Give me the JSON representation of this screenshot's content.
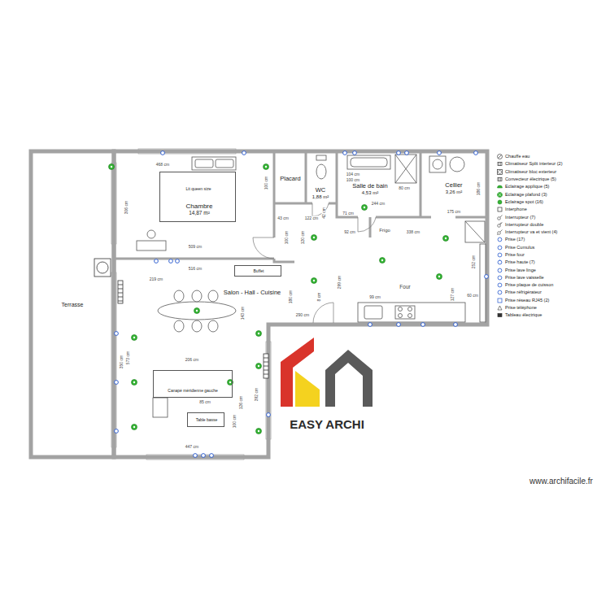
{
  "diagram": {
    "nodes": [
      {
        "text": [
          "Terrasse"
        ]
      },
      {
        "text": [
          "Chambre",
          "14,87 m²"
        ]
      },
      {
        "text": [
          "Lit queen size"
        ],
        "in": 1
      },
      {
        "text": [
          "Placard"
        ]
      },
      {
        "text": [
          "WC",
          "1,88 m²"
        ]
      },
      {
        "text": [
          "Salle de bain",
          "4,53 m²"
        ]
      },
      {
        "text": [
          "Cellier",
          "3,26 m²"
        ]
      },
      {
        "text": [
          "Salon - Hall - Cuisine"
        ]
      },
      {
        "text": [
          "Buffet"
        ],
        "in": 7
      },
      {
        "text": [
          "Canapé méridienne gauche"
        ],
        "in": 7
      },
      {
        "text": [
          "Table basse"
        ],
        "in": 7
      }
    ],
    "labels": [
      "468 cm",
      "306 cm",
      "100 cm",
      "509 cm",
      "516 cm",
      "219 cm",
      "143 cm",
      "350 cm",
      "573 cm",
      "206 cm",
      "126 cm",
      "85 cm",
      "100 cm",
      "392 cm",
      "447 cm",
      "180 cm",
      "290 cm",
      "8 cm",
      "299 cm",
      "122 cm",
      "43 cm",
      "42 cm",
      "71 cm",
      "244 cm",
      "104 cm",
      "100 cm",
      "80 cm",
      "175 cm",
      "186 cm",
      "92 cm",
      "338 cm",
      "252 cm",
      "60 cm",
      "99 cm",
      "127 cm",
      "100 cm",
      "120 cm",
      "Frigo",
      "Four",
      "EASY ARCHI",
      "www.archifacile.fr"
    ],
    "legend": [
      {
        "text": "Chauffe eau"
      },
      {
        "text": "Climatiseur Split interieur (2)"
      },
      {
        "text": "Climatiseur bloc exterieur"
      },
      {
        "text": "Convecteur électrique (5)"
      },
      {
        "text": "Eclairage applique (5)"
      },
      {
        "text": "Eclairage plafond (3)"
      },
      {
        "text": "Eclairage spot (16)"
      },
      {
        "text": "Interphone"
      },
      {
        "text": "Interrupteur (7)"
      },
      {
        "text": "Interrupteur double"
      },
      {
        "text": "Interrupteur va et vient (4)"
      },
      {
        "text": "Prise (17)"
      },
      {
        "text": "Prise Cumulus"
      },
      {
        "text": "Prise four"
      },
      {
        "text": "Prise haute (7)"
      },
      {
        "text": "Prise lave linge"
      },
      {
        "text": "Prise lave vaisselle"
      },
      {
        "text": "Prise plaque de cuisson"
      },
      {
        "text": "Prise réfrigérateur"
      },
      {
        "text": "Prise réseau RJ45 (2)"
      },
      {
        "text": "Prise téléphone"
      },
      {
        "text": "Tableau électrique"
      }
    ]
  }
}
